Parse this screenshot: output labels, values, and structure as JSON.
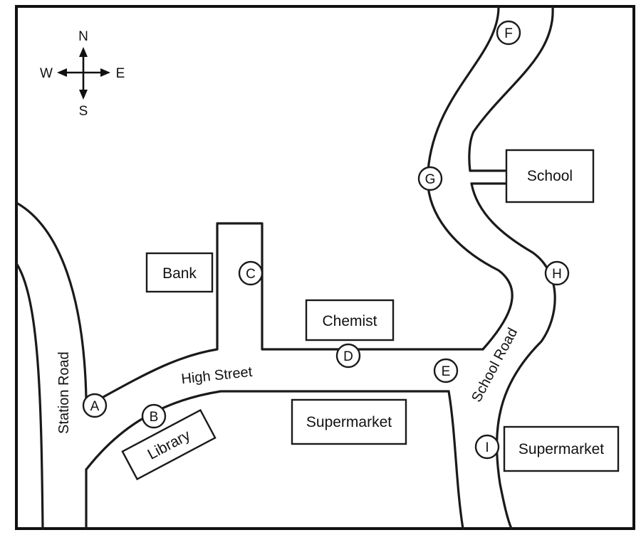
{
  "compass": {
    "north": "N",
    "south": "S",
    "east": "E",
    "west": "W"
  },
  "roads": {
    "high_street": "High Street",
    "station_road": "Station Road",
    "school_road": "School Road"
  },
  "buildings": {
    "bank": "Bank",
    "chemist": "Chemist",
    "school": "School",
    "library": "Library",
    "supermarket_central": "Supermarket",
    "supermarket_east": "Supermarket"
  },
  "markers": [
    "A",
    "B",
    "C",
    "D",
    "E",
    "F",
    "G",
    "H",
    "I"
  ],
  "colors": {
    "ink": "#111111",
    "background": "#ffffff"
  }
}
